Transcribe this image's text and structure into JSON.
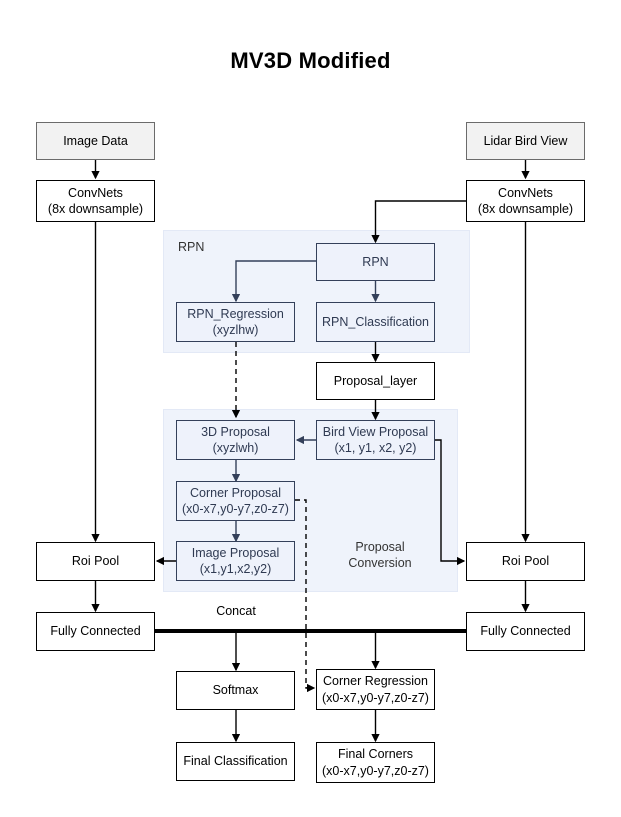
{
  "title": "MV3D Modified",
  "nodes": {
    "image_data": {
      "label": "Image Data"
    },
    "convnets_left": {
      "label": "ConvNets",
      "sub": "(8x downsample)"
    },
    "lidar_bird_view": {
      "label": "Lidar Bird View"
    },
    "convnets_right": {
      "label": "ConvNets",
      "sub": "(8x downsample)"
    },
    "rpn": {
      "label": "RPN"
    },
    "rpn_regression": {
      "label": "RPN_Regression",
      "sub": "(xyzlhw)"
    },
    "rpn_classification": {
      "label": "RPN_Classification"
    },
    "proposal_layer": {
      "label": "Proposal_layer"
    },
    "proposal_3d": {
      "label": "3D Proposal",
      "sub": "(xyzlwh)"
    },
    "bird_view_proposal": {
      "label": "Bird View Proposal",
      "sub": "(x1, y1, x2, y2)"
    },
    "corner_proposal": {
      "label": "Corner Proposal",
      "sub": "(x0-x7,y0-y7,z0-z7)"
    },
    "image_proposal": {
      "label": "Image Proposal",
      "sub": "(x1,y1,x2,y2)"
    },
    "roi_pool_left": {
      "label": "Roi Pool"
    },
    "roi_pool_right": {
      "label": "Roi Pool"
    },
    "fully_connected_left": {
      "label": "Fully Connected"
    },
    "fully_connected_right": {
      "label": "Fully Connected"
    },
    "softmax": {
      "label": "Softmax"
    },
    "corner_regression": {
      "label": "Corner Regression",
      "sub": "(x0-x7,y0-y7,z0-z7)"
    },
    "final_classification": {
      "label": "Final Classification"
    },
    "final_corners": {
      "label": "Final Corners",
      "sub": "(x0-x7,y0-y7,z0-z7)"
    }
  },
  "groups": {
    "rpn_group": {
      "label": "RPN"
    },
    "proposal_conversion_group": {
      "label": "Proposal",
      "label2": "Conversion"
    }
  },
  "labels": {
    "concat": "Concat"
  },
  "colors": {
    "group_fill": "#eff3fb",
    "inner_node_fill": "#eef2fb",
    "inner_node_border": "#34405a",
    "io_node_fill": "#f2f2f2",
    "io_node_border": "#6b6b6b",
    "node_border": "#000000",
    "text": "#000000"
  }
}
